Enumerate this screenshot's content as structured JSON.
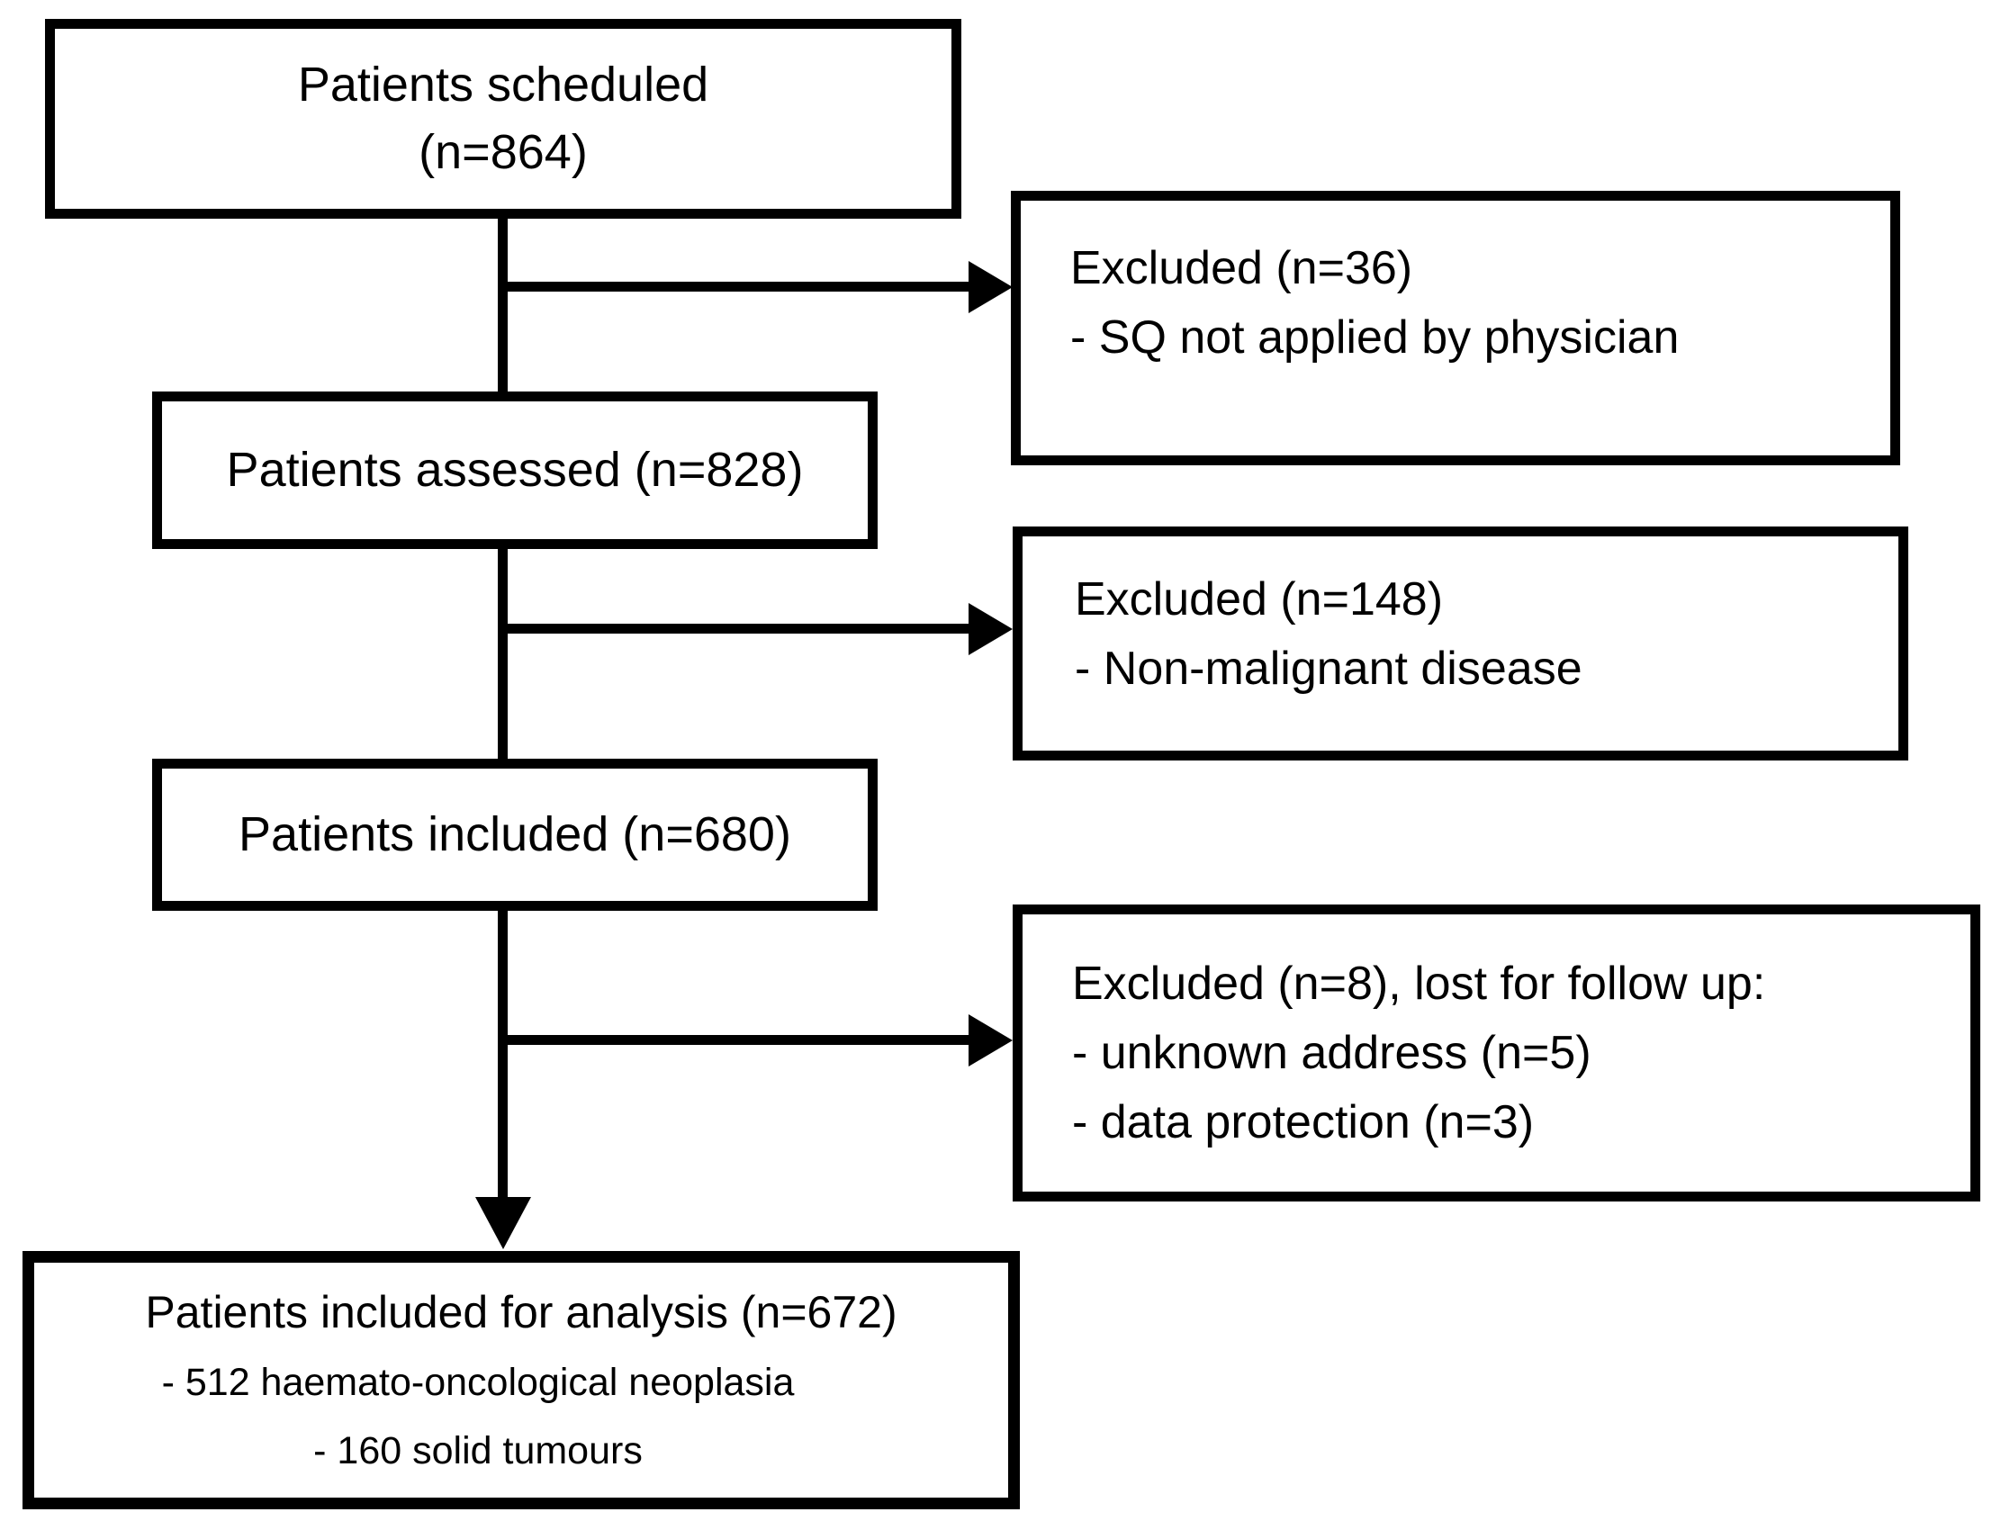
{
  "diagram": {
    "type": "patient-flow-chart",
    "background_color": "#ffffff",
    "line_color": "#000000",
    "scheduled": {
      "line1": "Patients scheduled",
      "line2": "(n=864)",
      "n": 864
    },
    "excluded1": {
      "line1": "Excluded (n=36)",
      "line2": "- SQ not applied by physician",
      "n": 36
    },
    "assessed": {
      "label": "Patients assessed (n=828)",
      "n": 828
    },
    "excluded2": {
      "line1": "Excluded (n=148)",
      "line2": "- Non-malignant disease",
      "n": 148
    },
    "included": {
      "label": "Patients included (n=680)",
      "n": 680
    },
    "excluded3": {
      "line1": "Excluded (n=8), lost for follow up:",
      "line2": "- unknown address (n=5)",
      "line3": "- data protection (n=3)",
      "n": 8
    },
    "analysis": {
      "line1": "Patients included for analysis (n=672)",
      "line2": "- 512 haemato-oncological neoplasia",
      "line3": "- 160 solid tumours",
      "n": 672
    }
  }
}
